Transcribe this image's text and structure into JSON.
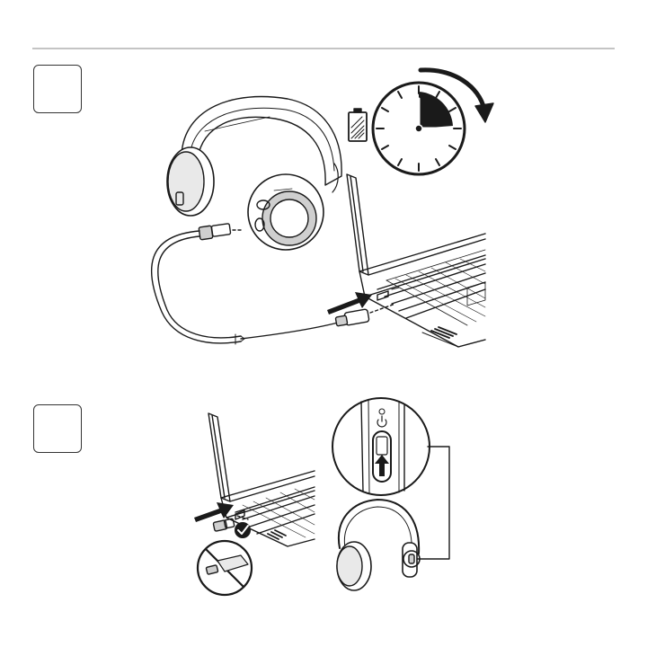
{
  "document": {
    "steps": [
      {
        "number": ""
      },
      {
        "number": ""
      }
    ]
  },
  "colors": {
    "ink": "#1a1a1a",
    "rule": "#8a8a8a",
    "fill_gray": "#cfcfcf",
    "fill_light": "#e9e9e9",
    "paper": "#ffffff"
  },
  "icons": [
    "battery-charging-icon",
    "clock-icon",
    "clockwise-arrow-icon",
    "headset-illustration",
    "usb-cable-illustration",
    "laptop-illustration",
    "insert-arrow-icon",
    "usb-receiver-icon",
    "checkmark-icon",
    "no-symbol-icon",
    "power-icon",
    "power-switch-slider-up-arrow"
  ]
}
